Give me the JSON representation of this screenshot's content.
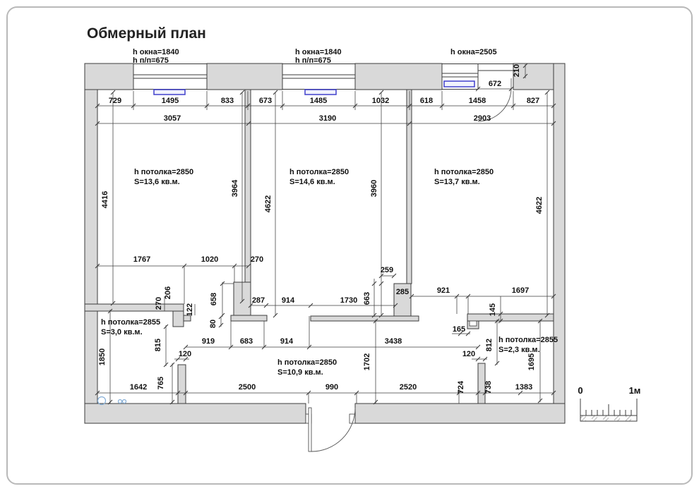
{
  "title": "Обмерный план",
  "windows": {
    "left": {
      "line1": "h окна=1840",
      "line2": "h п/п=675"
    },
    "middle": {
      "line1": "h окна=1840",
      "line2": "h п/п=675"
    },
    "right": {
      "line1": "h окна=2505"
    }
  },
  "rooms": {
    "room1": {
      "ceiling": "h потолка=2850",
      "area": "S=13,6 кв.м."
    },
    "room2": {
      "ceiling": "h потолка=2850",
      "area": "S=14,6 кв.м."
    },
    "room3": {
      "ceiling": "h потолка=2850",
      "area": "S=13,7 кв.м."
    },
    "bathroom": {
      "ceiling": "h потолка=2855",
      "area": "S=3,0 кв.м."
    },
    "corridor": {
      "ceiling": "h потолка=2850",
      "area": "S=10,9 кв.м."
    },
    "storage": {
      "ceiling": "h потолка=2855",
      "area": "S=2,3 кв.м."
    }
  },
  "dims": {
    "top_row": [
      "729",
      "1495",
      "833",
      "673",
      "1485",
      "1032",
      "618",
      "1458",
      "827"
    ],
    "top_totals": [
      "3057",
      "3190",
      "2903"
    ],
    "door_width": "672",
    "pier_offset": "210",
    "room1_height_left": "4416",
    "room1_height_right": "3964",
    "room2_height_left": "4622",
    "room2_height_right": "3960",
    "room3_height_right": "4622",
    "room1_bottom": [
      "1767",
      "1020",
      "270"
    ],
    "stub_cluster": [
      "270",
      "206",
      "122"
    ],
    "pier1_cluster": [
      "658",
      "287",
      "914",
      "80"
    ],
    "pier2_cluster": [
      "259",
      "285",
      "663",
      "1730"
    ],
    "right_top_row": [
      "921",
      "1697"
    ],
    "step_cluster": [
      "165",
      "145"
    ],
    "corridor_top_row": [
      "919",
      "683",
      "914",
      "3438"
    ],
    "bathroom_cluster": [
      "815",
      "120",
      "765",
      "1850"
    ],
    "corridor_right_cluster": [
      "1702",
      "120",
      "812",
      "1695"
    ],
    "bottom_row": [
      "1642",
      "2500",
      "990",
      "2520",
      "724",
      "738",
      "1383"
    ]
  },
  "scale_bar": {
    "zero": "0",
    "one": "1м"
  },
  "colors": {
    "wall_fill": "#d9d9d9",
    "line": "#3c3c3c",
    "radiator_border": "#4040cc",
    "plumbing": "#85aed6"
  }
}
